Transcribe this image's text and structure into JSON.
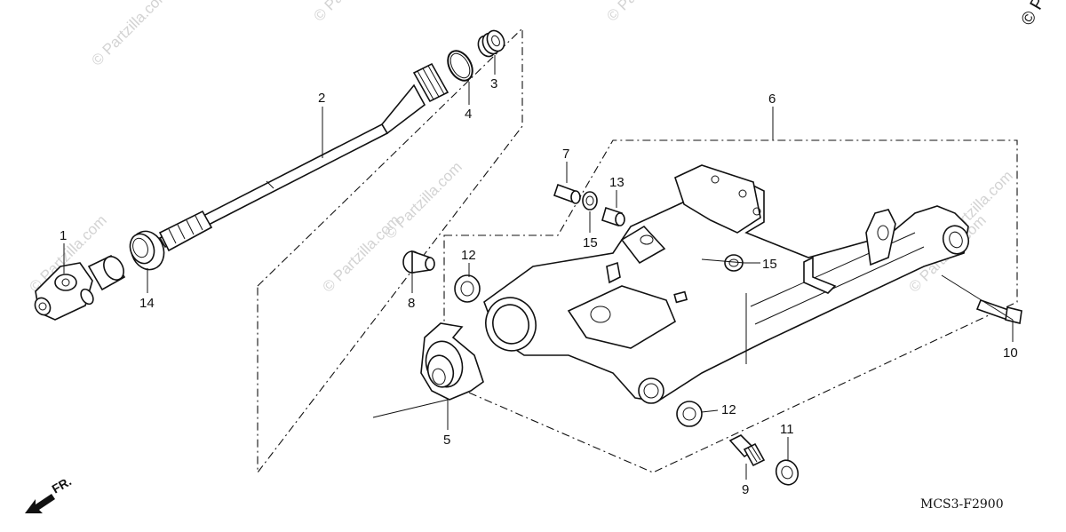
{
  "diagram": {
    "figure_code": "MCS3-F2900",
    "direction_label": "FR.",
    "watermark_text": "© Partzilla.com",
    "corner_mark": "© Pa",
    "callouts": [
      {
        "id": "c1",
        "label": "1"
      },
      {
        "id": "c2",
        "label": "2"
      },
      {
        "id": "c3",
        "label": "3"
      },
      {
        "id": "c4",
        "label": "4"
      },
      {
        "id": "c5",
        "label": "5"
      },
      {
        "id": "c6",
        "label": "6"
      },
      {
        "id": "c7",
        "label": "7"
      },
      {
        "id": "c8",
        "label": "8"
      },
      {
        "id": "c9",
        "label": "9"
      },
      {
        "id": "c10",
        "label": "10"
      },
      {
        "id": "c11",
        "label": "11"
      },
      {
        "id": "c12a",
        "label": "12"
      },
      {
        "id": "c12b",
        "label": "12"
      },
      {
        "id": "c13",
        "label": "13"
      },
      {
        "id": "c14",
        "label": "14"
      },
      {
        "id": "c15a",
        "label": "15"
      },
      {
        "id": "c15b",
        "label": "15"
      }
    ]
  }
}
